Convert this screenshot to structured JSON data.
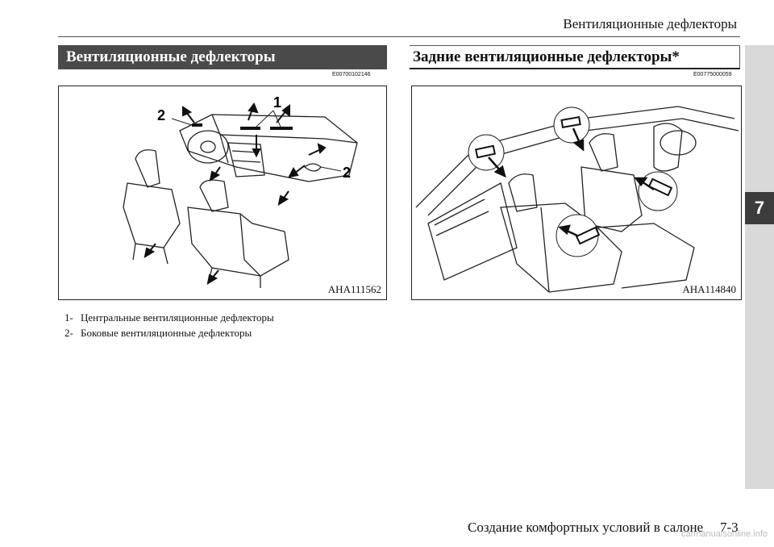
{
  "header": {
    "title": "Вентиляционные дефлекторы"
  },
  "chapter": {
    "number": "7"
  },
  "left": {
    "banner": "Вентиляционные дефлекторы",
    "code": "E00700102146",
    "figure_code": "AHA111562",
    "callouts": [
      "1",
      "2",
      "2"
    ],
    "legend": [
      {
        "num": "1-",
        "text": "Центральные вентиляционные дефлекторы"
      },
      {
        "num": "2-",
        "text": "Боковые вентиляционные дефлекторы"
      }
    ]
  },
  "right": {
    "banner": "Задние вентиляционные дефлекторы*",
    "code": "E00775000059",
    "figure_code": "AHA114840"
  },
  "footer": {
    "section": "Создание комфортных условий в салоне",
    "page": "7-3"
  },
  "watermark": "carmanualsonline.info"
}
